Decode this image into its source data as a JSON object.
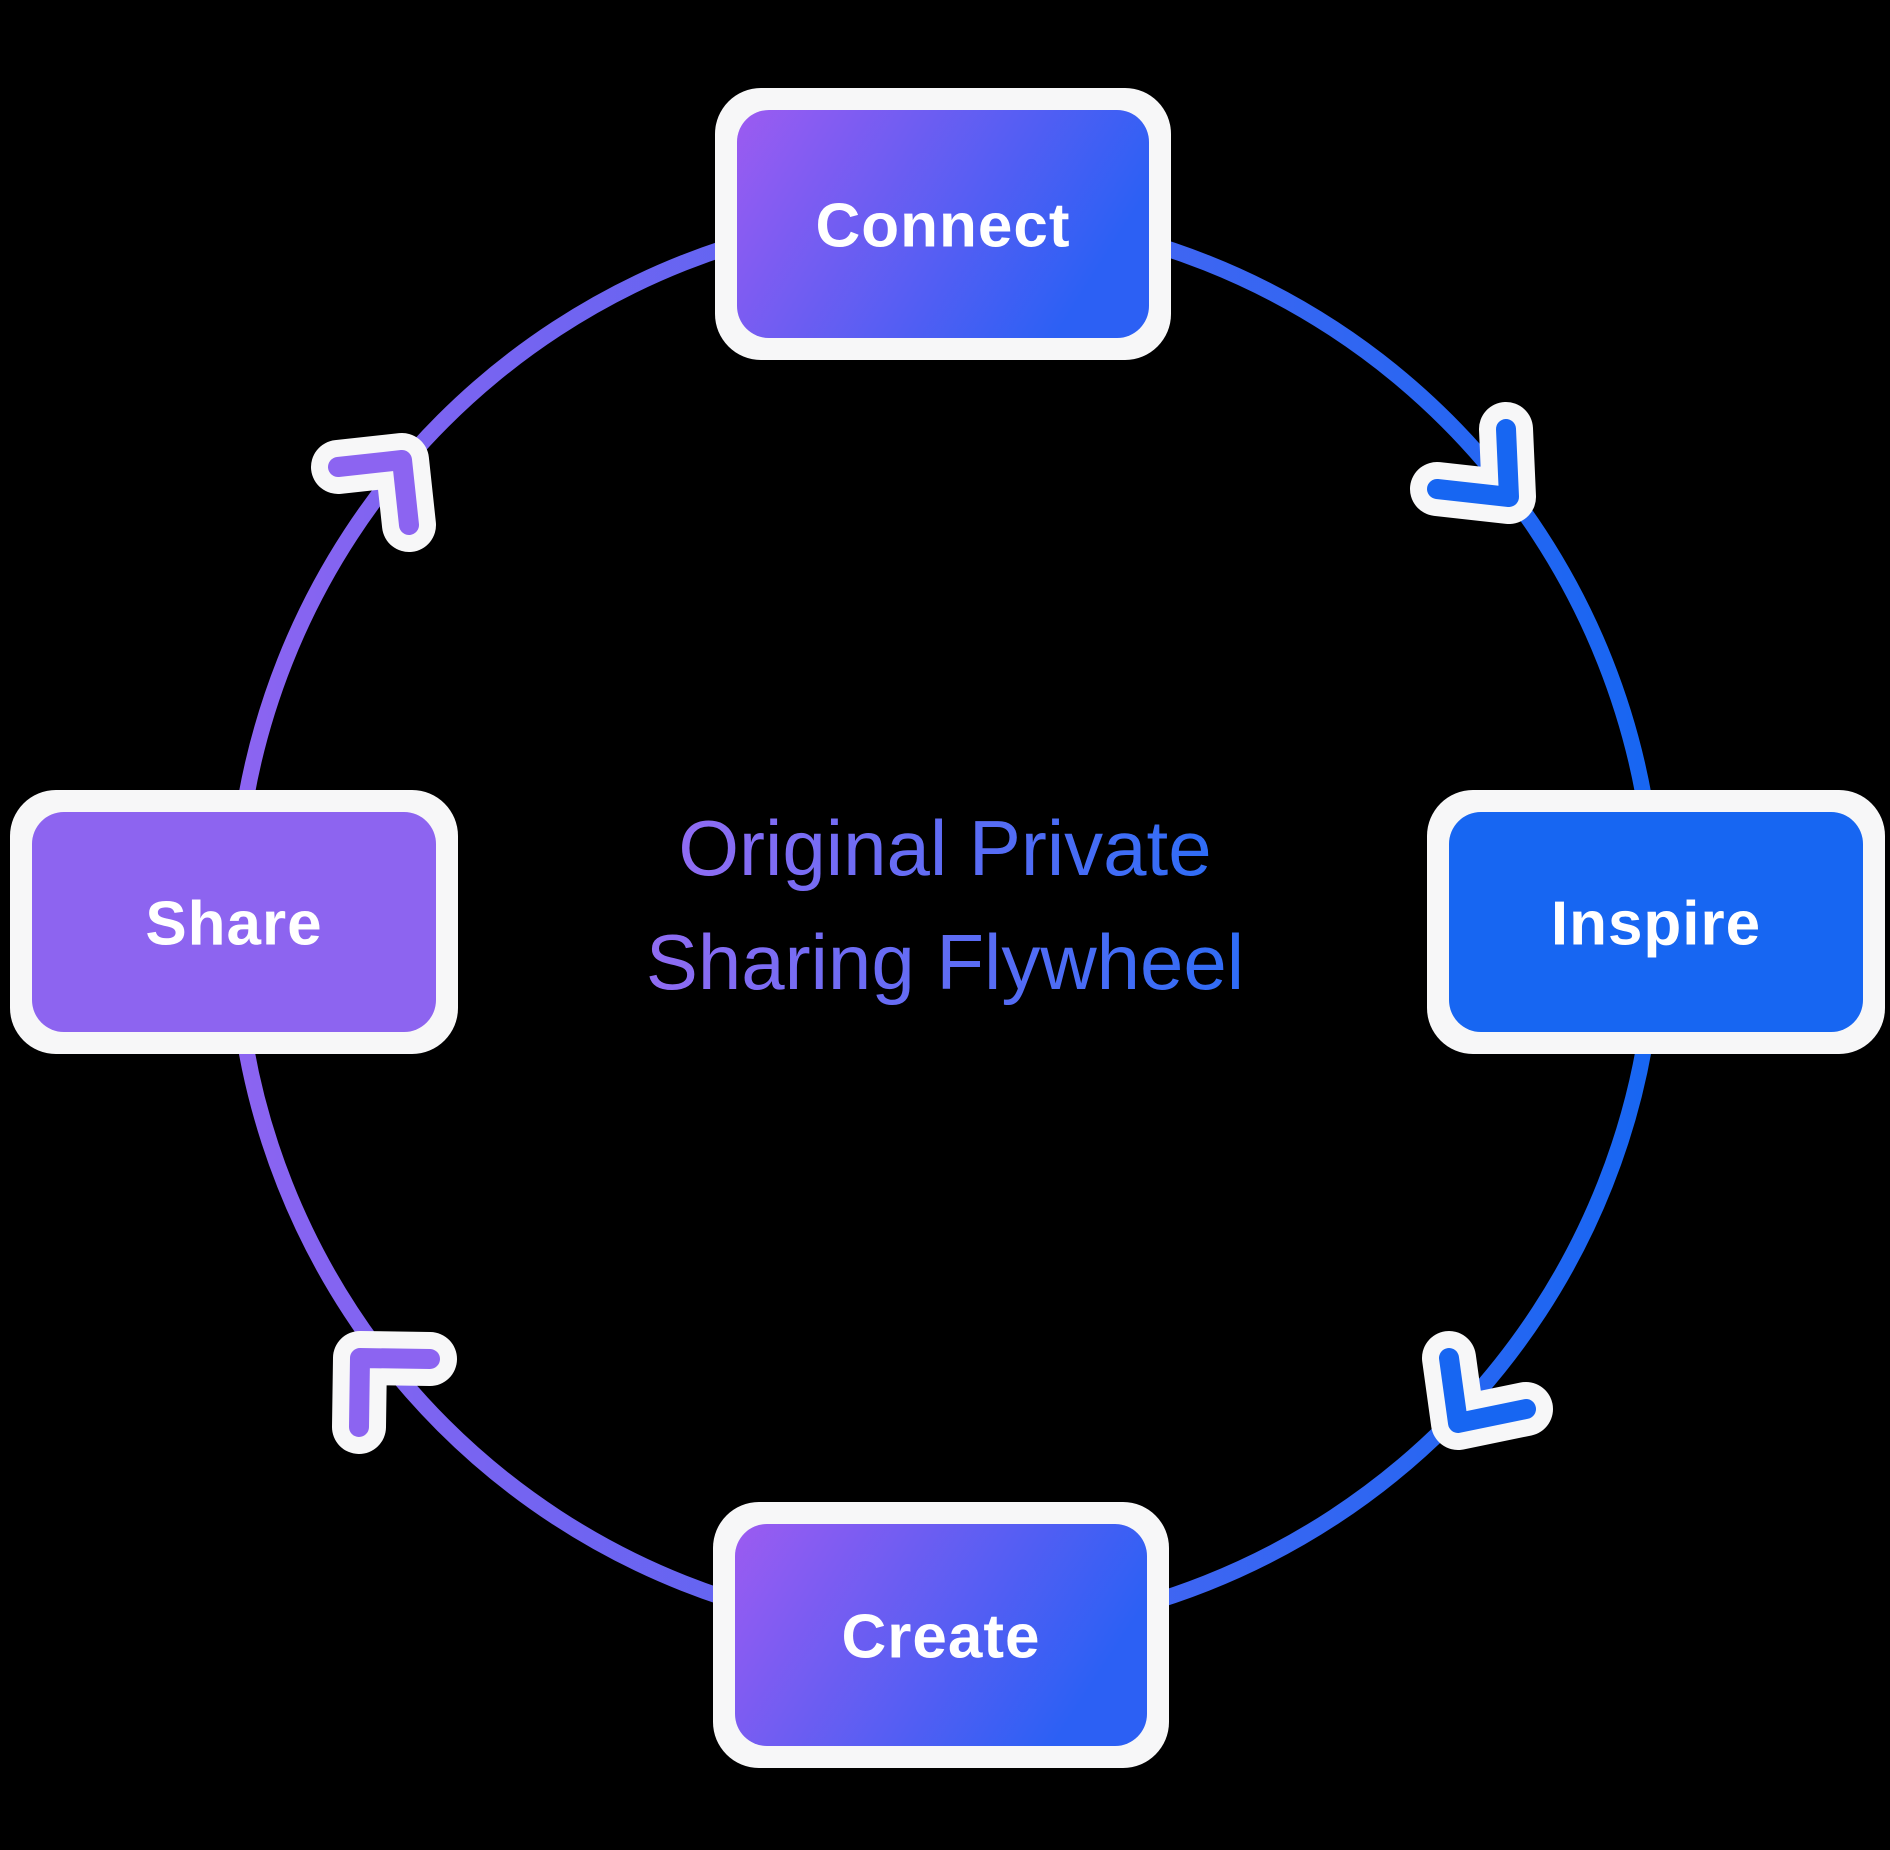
{
  "diagram": {
    "center_title": {
      "line1": "Original Private",
      "line2": "Sharing Flywheel"
    },
    "nodes": [
      {
        "label": "Connect",
        "position": "top",
        "fill_style": "purple-blue-gradient"
      },
      {
        "label": "Inspire",
        "position": "right",
        "fill_style": "solid-blue"
      },
      {
        "label": "Create",
        "position": "bottom",
        "fill_style": "purple-blue-gradient"
      },
      {
        "label": "Share",
        "position": "left",
        "fill_style": "solid-purple"
      }
    ],
    "flow": {
      "direction": "clockwise",
      "arrow_count": 4
    },
    "colors": {
      "background": "#000000",
      "frame_white": "#F7F7F8",
      "purple": "#8C64F1",
      "blue": "#1766F2",
      "node_gradient_start": "#9C5BF1",
      "node_gradient_end": "#2C60F4",
      "share_fill": "#8D64F0",
      "inspire_fill": "#1766F2",
      "title_gradient_start": "#906CF3",
      "title_gradient_end": "#2E6CF6"
    }
  }
}
